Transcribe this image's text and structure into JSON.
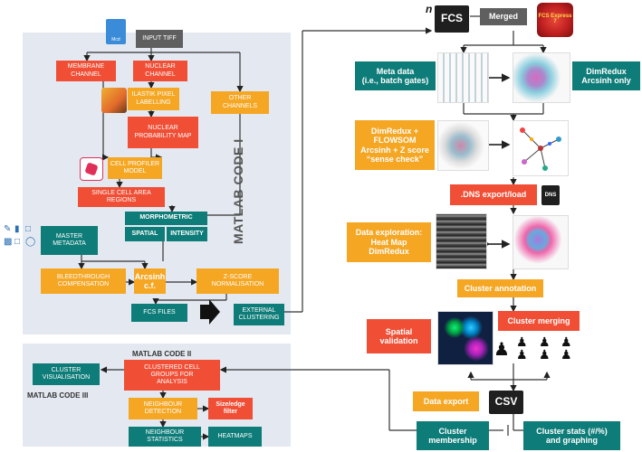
{
  "colors": {
    "red": "#f04e35",
    "orange": "#f5a623",
    "teal": "#0e7c78",
    "grey": "#5f5f5f",
    "panel": "#e4e9f1"
  },
  "panel1": {
    "title": "MATLAB CODE I",
    "input_tiff": "INPUT TIFF",
    "membrane_channel": "MEMBRANE\nCHANNEL",
    "nuclear_channel": "NUCLEAR\nCHANNEL",
    "other_channels": "OTHER\nCHANNELS",
    "ilastik": "ILASTIK PIXEL\nLABELLING",
    "nuclear_map": "NUCLEAR\nPROBABILITY MAP",
    "cellprofiler": "CELL PROFILER\nMODEL",
    "single_cell": "SINGLE CELL AREA\nREGIONS",
    "morphometric": "MORPHOMETRIC",
    "spatial": "SPATIAL",
    "intensity": "INTENSITY",
    "master_metadata": "MASTER\nMETADATA",
    "bleedthrough": "BLEEDTHROUGH\nCOMPENSATION",
    "arcsinh": "Arcsinh\nc.f.",
    "zscore": "Z-SCORE\nNORMALISATION",
    "fcs_files": "FCS FILES",
    "external_clustering": "EXTERNAL\nCLUSTERING",
    "file_icon_label": "Mcd"
  },
  "panel2": {
    "title": "MATLAB CODE II",
    "title3": "MATLAB CODE III",
    "cluster_visualisation": "CLUSTER\nVISUALISATION",
    "clustered_groups": "CLUSTERED CELL\nGROUPS FOR\nANALYSIS",
    "neighbour_detection": "NEIGHBOUR\nDETECTION",
    "size_edge": "Size/edge\nfilter",
    "neighbour_statistics": "NEIGHBOUR\nSTATISTICS",
    "heatmaps": "HEATMAPS"
  },
  "right": {
    "n_label": "n",
    "fcs_label": "FCS",
    "merged": "Merged",
    "fcs_express_logo": "FCS Express 7",
    "meta_data": "Meta data\n(i.e., batch gates)",
    "dimredux_arcsinh": "DimRedux\nArcsinh only",
    "dimredux_flowsom": "DimRedux +\nFLOWSOM\nArcsinh + Z score\n“sense check”",
    "dns_export": ".DNS export/load",
    "dns_icon": "DNS",
    "data_exploration": "Data exploration:\nHeat Map\nDimRedux",
    "cluster_annotation": "Cluster annotation",
    "spatial_validation": "Spatial\nvalidation",
    "cluster_merging": "Cluster merging",
    "data_export": "Data export",
    "csv_label": "CSV",
    "cluster_membership": "Cluster\nmembership",
    "cluster_stats": "Cluster stats (#/%)\nand graphing"
  }
}
